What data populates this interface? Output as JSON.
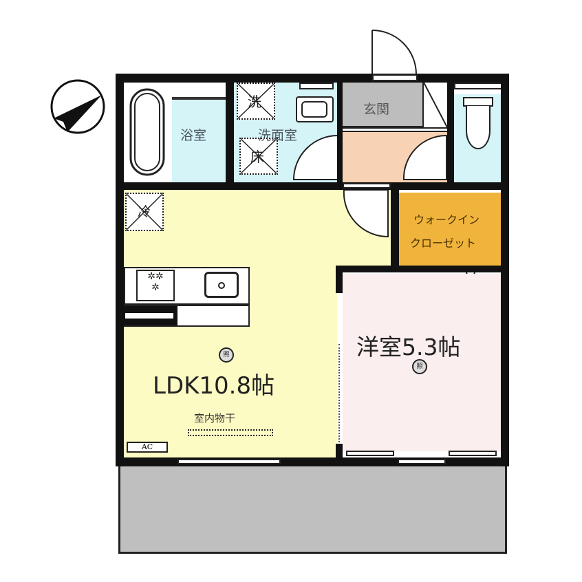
{
  "floor_plan": {
    "compass": {
      "icon": "north-arrow-icon"
    },
    "rooms": {
      "bath": {
        "label": "浴室",
        "color": "#d4f4f8"
      },
      "washroom": {
        "label": "洗面室",
        "color": "#d4f4f8"
      },
      "washer_space": {
        "label": "洗"
      },
      "floor_storage": {
        "label": "床"
      },
      "entrance": {
        "label": "玄関",
        "color": "#bdbdbd"
      },
      "hallway": {
        "color": "#f8d2b4"
      },
      "toilet": {
        "color": "#d4f4f8"
      },
      "walk_in_closet": {
        "line1": "ウォークイン",
        "line2": "クローゼット",
        "color": "#f0b43c"
      },
      "ldk": {
        "label": "LDK10.8帖",
        "color": "#fdfbc4"
      },
      "western_room": {
        "label": "洋室5.3帖",
        "color": "#fbeeee"
      },
      "balcony": {
        "color": "#bfbfbf"
      }
    },
    "fixtures": {
      "fridge": "冷",
      "indoor_drying": "室内物干",
      "ac": "AC",
      "light_fixture": "照",
      "stove": "stove-burners-icon",
      "sink": "sink-icon"
    }
  }
}
